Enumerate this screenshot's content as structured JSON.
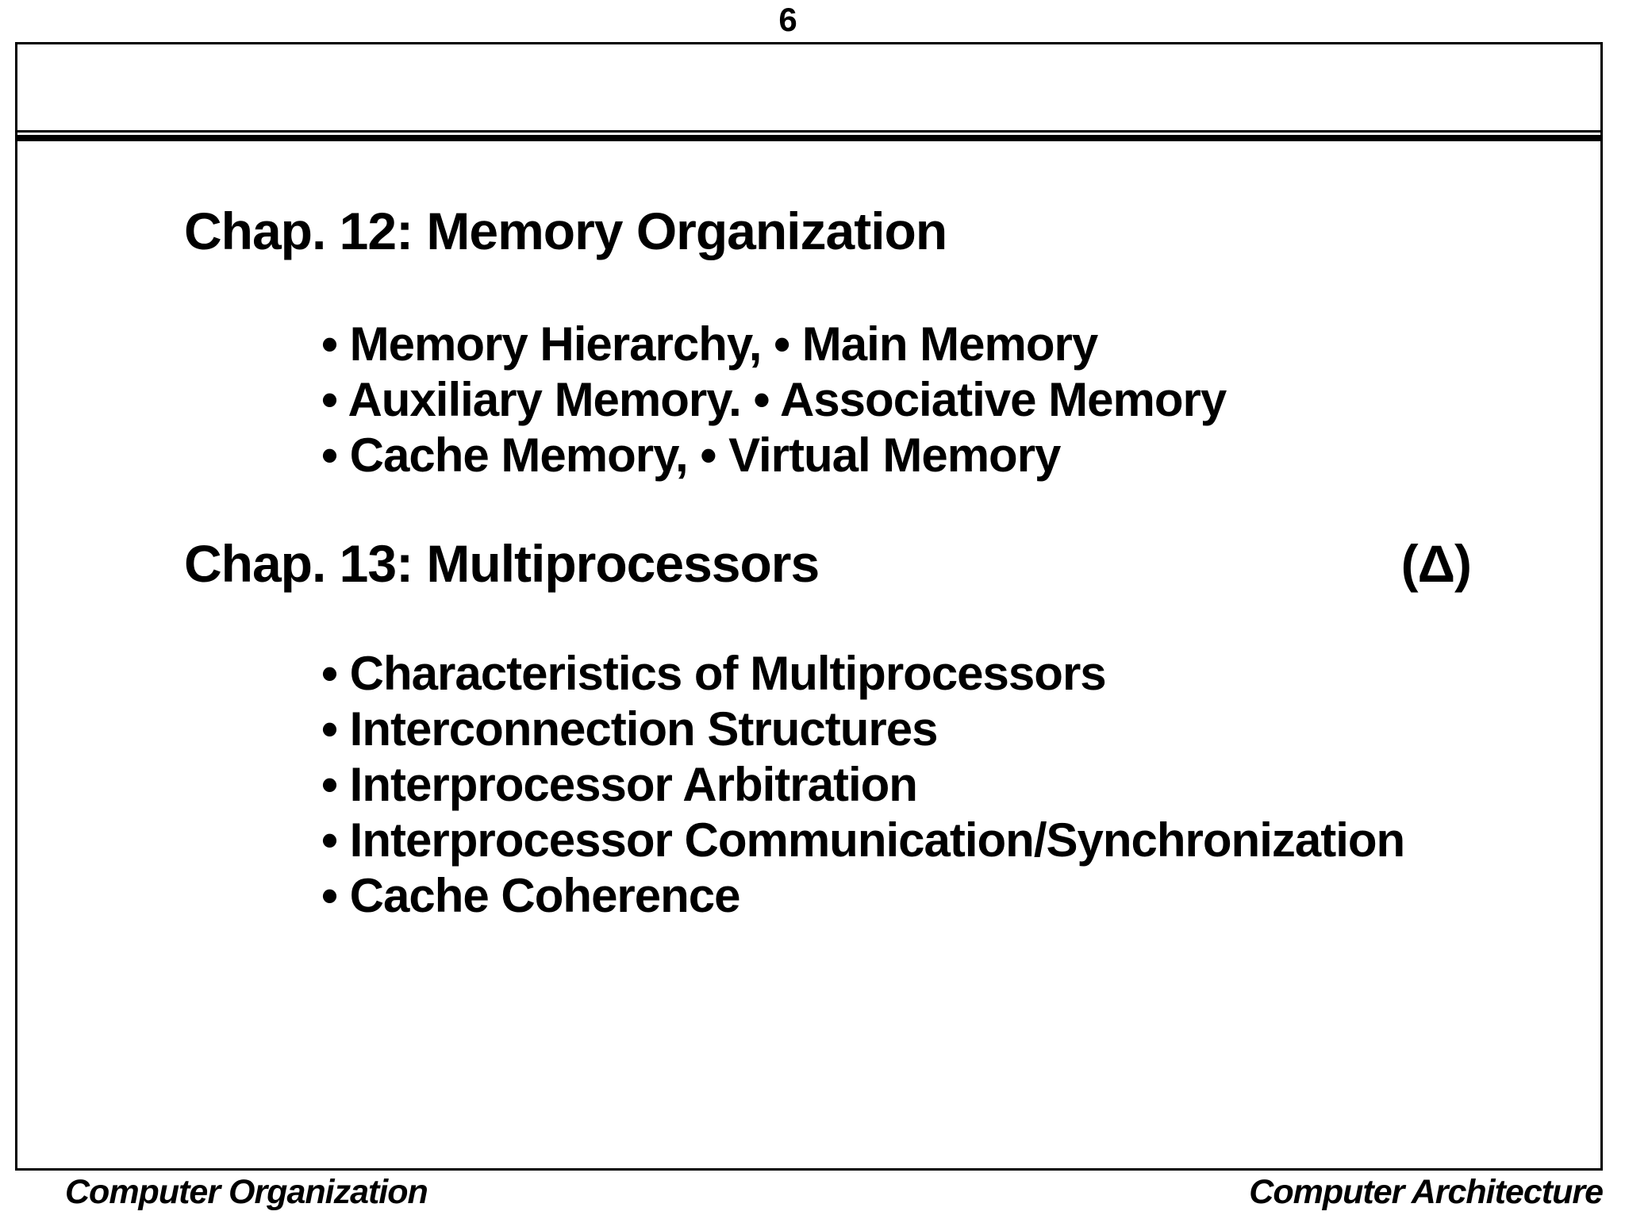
{
  "page_number": "6",
  "colors": {
    "background": "#ffffff",
    "text": "#000000",
    "frame_border": "#000000"
  },
  "slide": {
    "sections": [
      {
        "heading": "Chap. 12: Memory Organization",
        "marker": "",
        "bullets": [
          "• Memory Hierarchy, • Main Memory",
          "• Auxiliary Memory. • Associative Memory",
          "• Cache Memory, • Virtual Memory"
        ]
      },
      {
        "heading": "Chap. 13: Multiprocessors",
        "marker": "(Δ)",
        "bullets": [
          "• Characteristics of Multiprocessors",
          "• Interconnection Structures",
          "• Interprocessor Arbitration",
          "• Interprocessor Communication/Synchronization",
          "• Cache Coherence"
        ]
      }
    ]
  },
  "footer": {
    "left": "Computer Organization",
    "right": "Computer Architecture"
  }
}
